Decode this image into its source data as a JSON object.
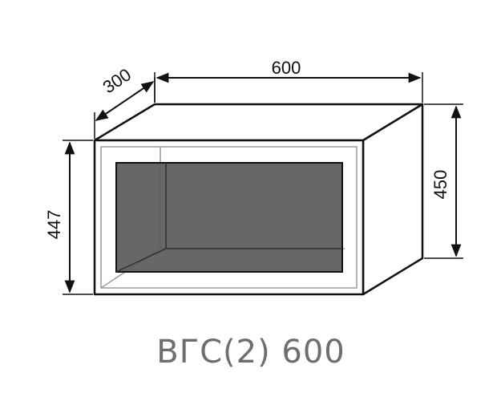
{
  "dimensions": {
    "width": "600",
    "depth": "300",
    "height_outer": "450",
    "height_front": "447"
  },
  "caption": "ВГС(2) 600",
  "colors": {
    "line": "#111111",
    "caption": "#6e6e6e",
    "glass_fill": "#5a5a5a",
    "inner_line": "#9a9a9a"
  }
}
